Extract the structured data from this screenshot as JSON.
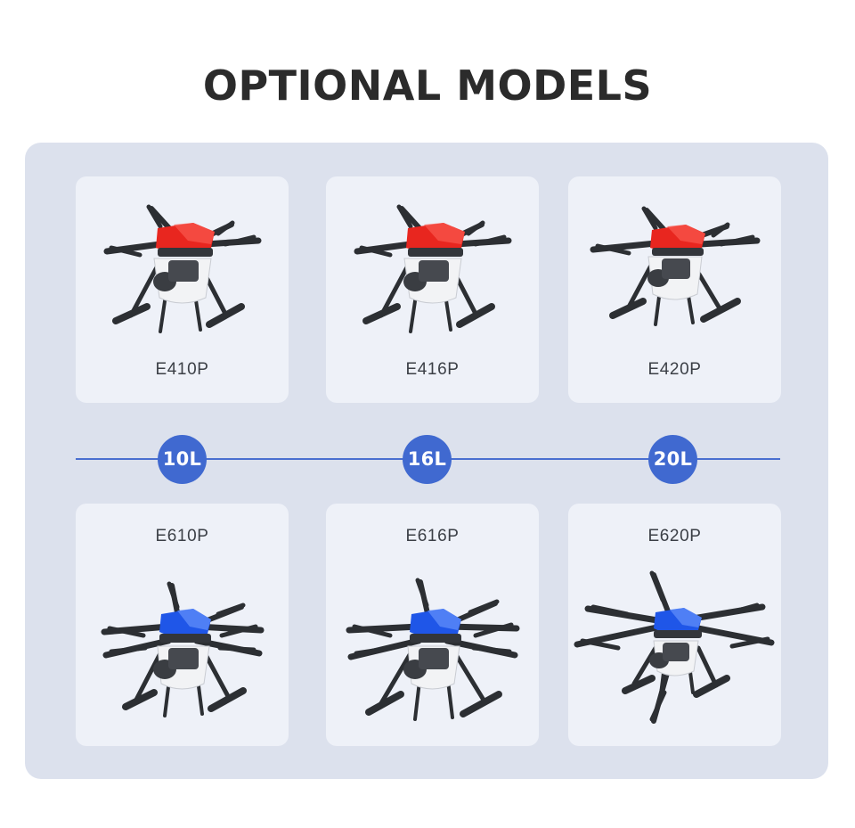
{
  "page": {
    "title": "OPTIONAL MODELS",
    "background_color": "#ffffff",
    "panel_color": "#dce1ed",
    "card_color": "#eef1f8",
    "accent_color": "#4069d0",
    "line_color": "#4a6fd0",
    "title_color": "#2b2b2b"
  },
  "models": {
    "row_top": [
      {
        "name": "E410P",
        "art": "quadcopter-red-drone",
        "canopy_color": "#e8261f",
        "frame": "quad"
      },
      {
        "name": "E416P",
        "art": "quadcopter-red-drone",
        "canopy_color": "#e8261f",
        "frame": "quad"
      },
      {
        "name": "E420P",
        "art": "quadcopter-red-drone",
        "canopy_color": "#e8261f",
        "frame": "quad"
      }
    ],
    "row_bottom": [
      {
        "name": "E610P",
        "art": "hexacopter-blue-drone",
        "canopy_color": "#1f56e8",
        "frame": "hex"
      },
      {
        "name": "E616P",
        "art": "hexacopter-blue-drone",
        "canopy_color": "#1f56e8",
        "frame": "hex"
      },
      {
        "name": "E620P",
        "art": "hexacopter-blue-drone",
        "canopy_color": "#1f56e8",
        "frame": "hex"
      }
    ]
  },
  "capacities": [
    {
      "label": "10L"
    },
    {
      "label": "16L"
    },
    {
      "label": "20L"
    }
  ]
}
